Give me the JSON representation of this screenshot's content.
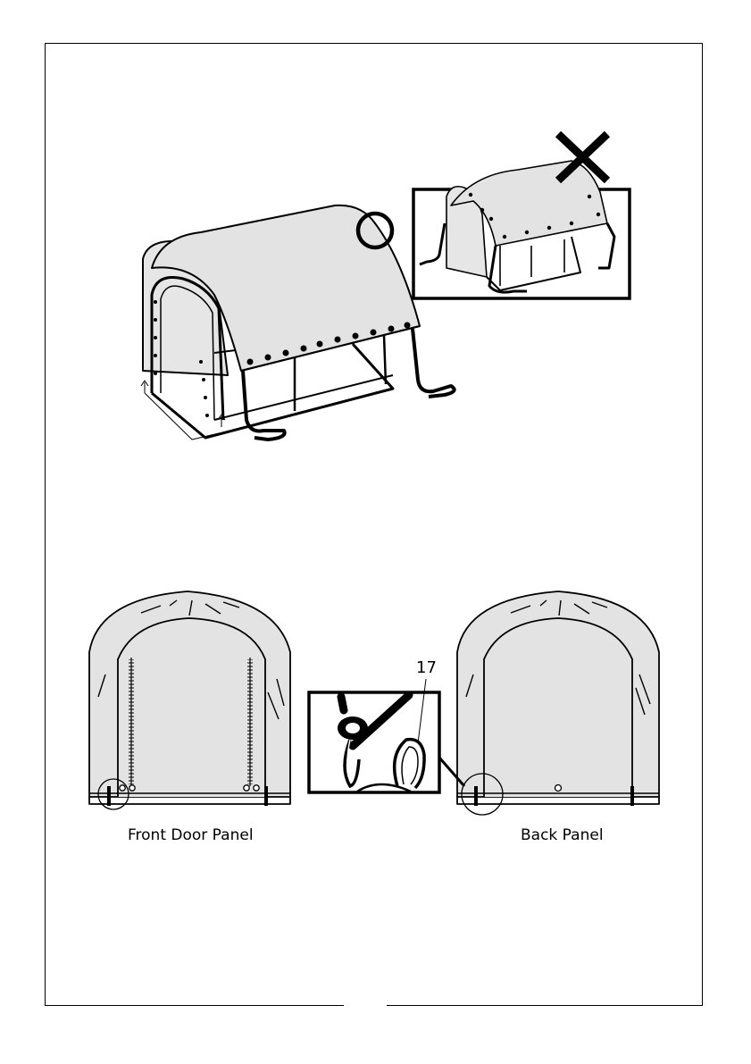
{
  "labels": {
    "front_panel": "Front Door Panel",
    "back_panel": "Back Panel",
    "part_number": "17"
  },
  "colors": {
    "cover_fill": "#e3e3e3",
    "stroke": "#000000",
    "cross": "#000000"
  },
  "icons": [
    "correct-circle-icon",
    "wrong-cross-icon",
    "zoom-circle-icon"
  ]
}
